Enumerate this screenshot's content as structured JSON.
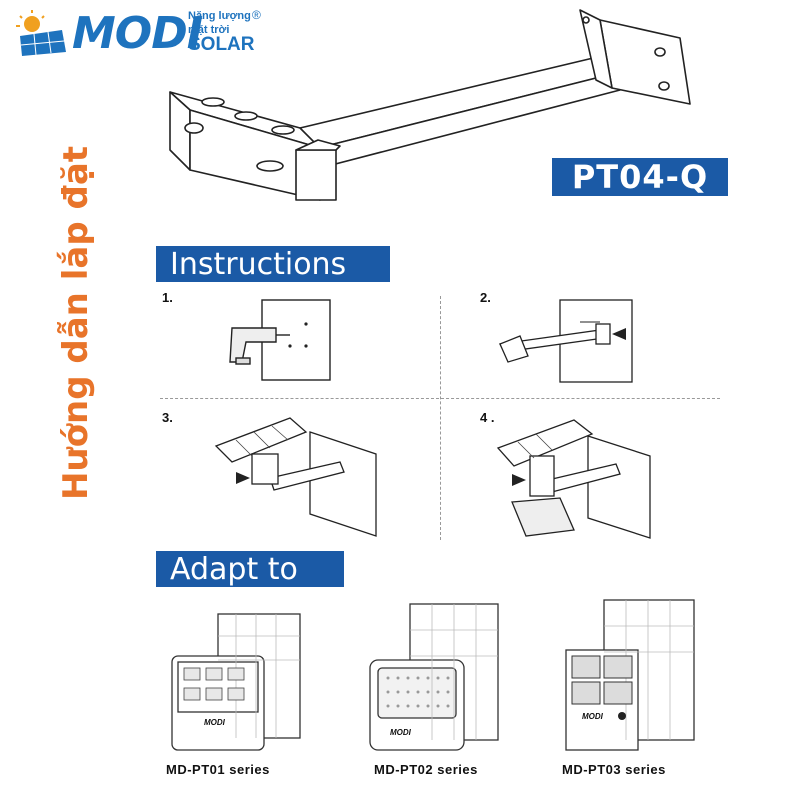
{
  "logo": {
    "brand": "MODI",
    "tagline_line1": "Năng lượng",
    "tagline_line2": "mặt trời",
    "sub": "SOLAR",
    "reg": "®"
  },
  "product": {
    "model": "PT04-Q"
  },
  "vertical_title": "Hướng dẫn lắp đặt",
  "instructions": {
    "heading": "Instructions",
    "steps": [
      "1.",
      "2.",
      "3.",
      "4 ."
    ]
  },
  "adapt": {
    "heading": "Adapt to",
    "series": [
      "MD-PT01 series",
      "MD-PT02 series",
      "MD-PT03 series"
    ],
    "light_labels": [
      "MODI",
      "MODI",
      "MODI"
    ]
  },
  "colors": {
    "brand_blue": "#1b5aa6",
    "title_orange": "#e8742a"
  }
}
